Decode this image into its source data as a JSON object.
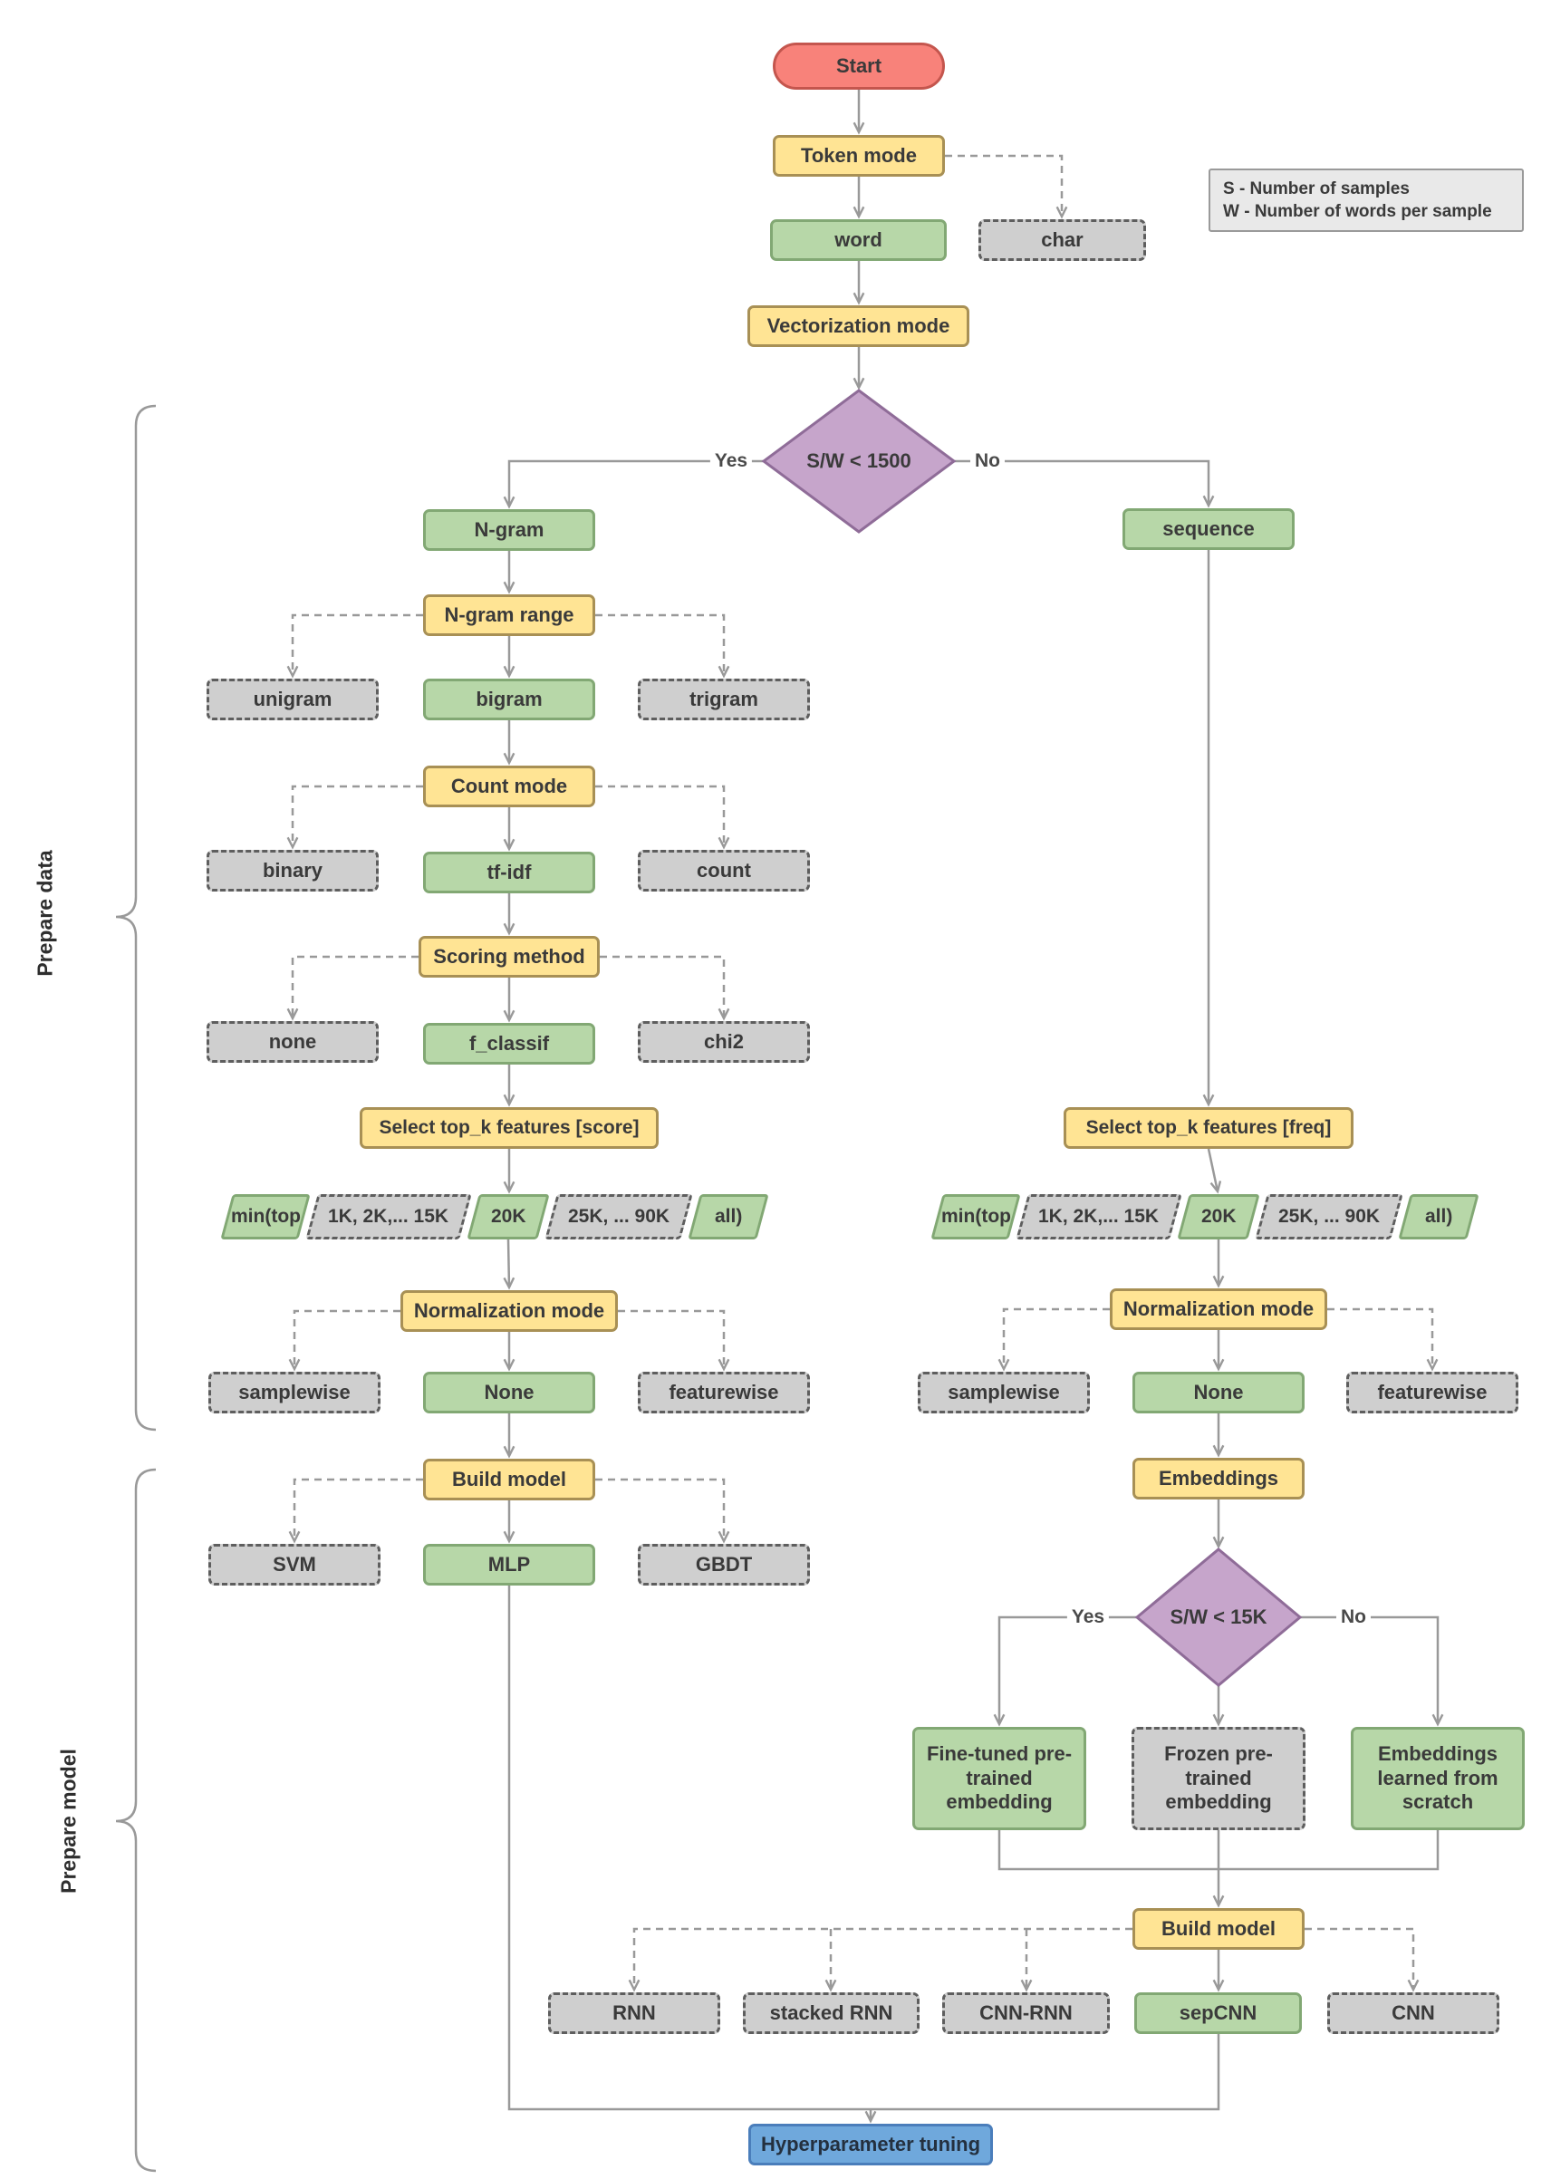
{
  "legend": {
    "line1": "S  - Number of samples",
    "line2": "W - Number of words per sample"
  },
  "sections": {
    "prepare_data": "Prepare data",
    "prepare_model": "Prepare model"
  },
  "edge_labels": {
    "yes": "Yes",
    "no": "No"
  },
  "colors": {
    "start": "#F8827A",
    "process_step": "#FFE494",
    "recommended_option": "#B7D7A8",
    "alternative_option": "#CFCFCF",
    "decision": "#C6A5CB",
    "final_step": "#6FA8DC",
    "connector": "#999999"
  },
  "nodes": {
    "start": "Start",
    "token_mode": "Token mode",
    "word": "word",
    "char": "char",
    "vectorization_mode": "Vectorization mode",
    "decision_sw_1500": "S/W < 1500",
    "ngram": "N-gram",
    "sequence": "sequence",
    "ngram_range": "N-gram range",
    "unigram": "unigram",
    "bigram": "bigram",
    "trigram": "trigram",
    "count_mode": "Count mode",
    "binary": "binary",
    "tfidf": "tf-idf",
    "count": "count",
    "scoring_method": "Scoring method",
    "none": "none",
    "f_classif": "f_classif",
    "chi2": "chi2",
    "select_topk_score": "Select top_k features [score]",
    "select_topk_freq": "Select top_k features [freq]",
    "min_top": "min(top",
    "k_small": "1K, 2K,... 15K",
    "k_20": "20K",
    "k_large": "25K, ... 90K",
    "k_all": "all)",
    "normalization_mode": "Normalization mode",
    "samplewise": "samplewise",
    "norm_none": "None",
    "featurewise": "featurewise",
    "build_model": "Build model",
    "svm": "SVM",
    "mlp": "MLP",
    "gbdt": "GBDT",
    "embeddings": "Embeddings",
    "decision_sw_15k": "S/W < 15K",
    "fine_tuned_embedding": "Fine-tuned pre-trained embedding",
    "frozen_embedding": "Frozen pre-trained embedding",
    "scratch_embedding": "Embeddings learned from scratch",
    "rnn": "RNN",
    "stacked_rnn": "stacked RNN",
    "cnn_rnn": "CNN-RNN",
    "sepcnn": "sepCNN",
    "cnn": "CNN",
    "hyperparameter_tuning": "Hyperparameter tuning"
  }
}
